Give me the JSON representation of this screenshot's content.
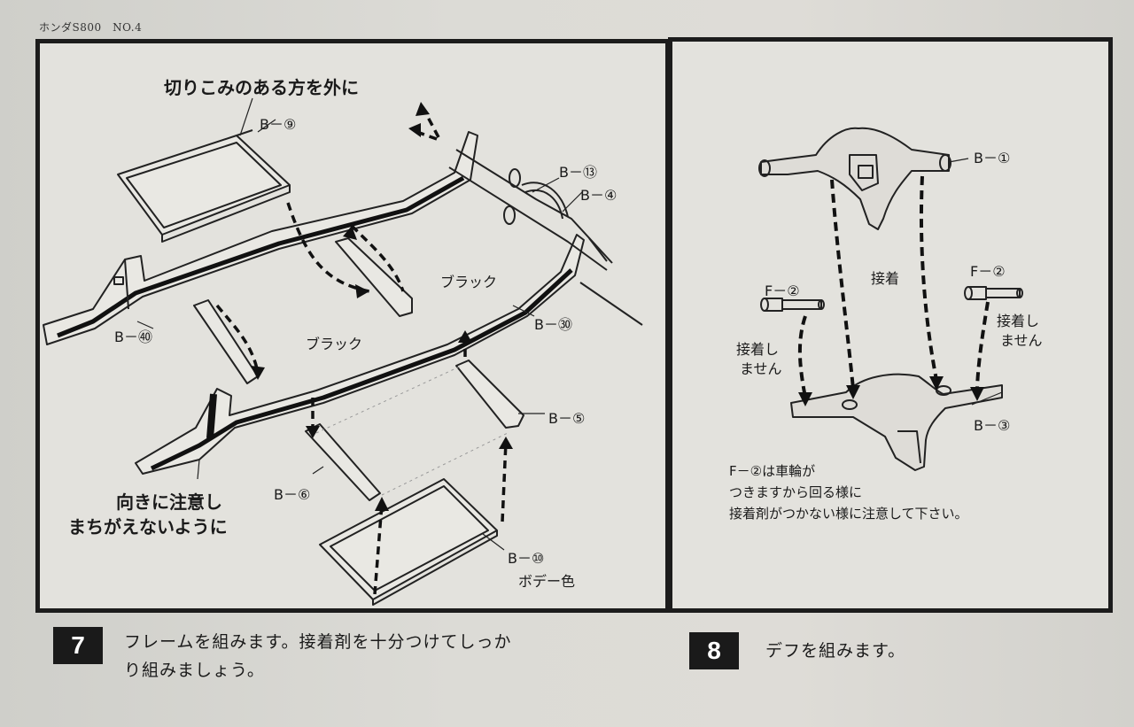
{
  "header": {
    "title": "ホンダS800　NO.4"
  },
  "step7": {
    "number": "7",
    "instruction_line1": "フレームを組みます。接着剤を十分つけてしっか",
    "instruction_line2": "り組みましょう。",
    "labels": {
      "cutout_note": "切りこみのある方を外に",
      "b9": "B－⑨",
      "b13": "B－⑬",
      "b4": "B－④",
      "black1": "ブラック",
      "black2": "ブラック",
      "b30": "B－㉚",
      "b40": "B－㊵",
      "b5": "B－⑤",
      "b6": "B－⑥",
      "b10": "B－⑩",
      "body_color": "ボデー色",
      "orientation_note_line1": "向きに注意し",
      "orientation_note_line2": "まちがえないように"
    }
  },
  "step8": {
    "number": "8",
    "instruction": "デフを組みます。",
    "labels": {
      "b1": "B－①",
      "glue": "接着",
      "f2_left": "F－②",
      "f2_right": "F－②",
      "no_glue_left_1": "接着し",
      "no_glue_left_2": "ません",
      "no_glue_right_1": "接着し",
      "no_glue_right_2": "ません",
      "b3": "B－③",
      "note_line1": "F－②は車輪が",
      "note_line2": "つきますから回る様に",
      "note_line3": "接着剤がつかない様に注意して下さい。"
    }
  }
}
